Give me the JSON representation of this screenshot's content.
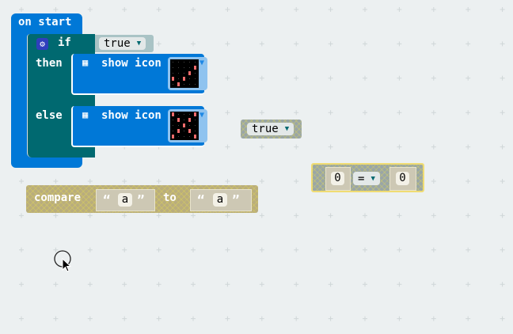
{
  "colors": {
    "on_start": "#0078d7",
    "if_block": "#006970",
    "led_on": "#f26c6c",
    "background": "#ecf0f1"
  },
  "on_start": {
    "label": "on start"
  },
  "if_block": {
    "if_label": "if",
    "then_label": "then",
    "else_label": "else",
    "condition": "true",
    "gear_icon": "gear-icon"
  },
  "show_icon_then": {
    "label": "show icon",
    "leds": [
      [
        0,
        0,
        0,
        0,
        0
      ],
      [
        0,
        0,
        0,
        0,
        1
      ],
      [
        0,
        0,
        0,
        1,
        0
      ],
      [
        1,
        0,
        1,
        0,
        0
      ],
      [
        0,
        1,
        0,
        0,
        0
      ]
    ]
  },
  "show_icon_else": {
    "label": "show icon",
    "leds": [
      [
        1,
        0,
        0,
        0,
        1
      ],
      [
        0,
        1,
        0,
        1,
        0
      ],
      [
        0,
        0,
        1,
        0,
        0
      ],
      [
        0,
        1,
        0,
        1,
        0
      ],
      [
        1,
        0,
        0,
        0,
        1
      ]
    ]
  },
  "loose_true": {
    "value": "true"
  },
  "compare_numbers": {
    "left": "0",
    "operator": "=",
    "right": "0"
  },
  "compare_strings": {
    "label": "compare",
    "to_label": "to",
    "open_quote": "“",
    "close_quote": "”",
    "left": "a",
    "right": "a"
  }
}
